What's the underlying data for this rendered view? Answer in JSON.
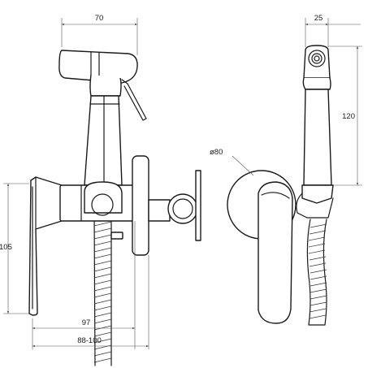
{
  "dimensions": {
    "top_width": "70",
    "depth": "25",
    "head_height": "120",
    "diameter": "ø80",
    "body_height": "105",
    "projection": "97",
    "range": "88-100"
  }
}
